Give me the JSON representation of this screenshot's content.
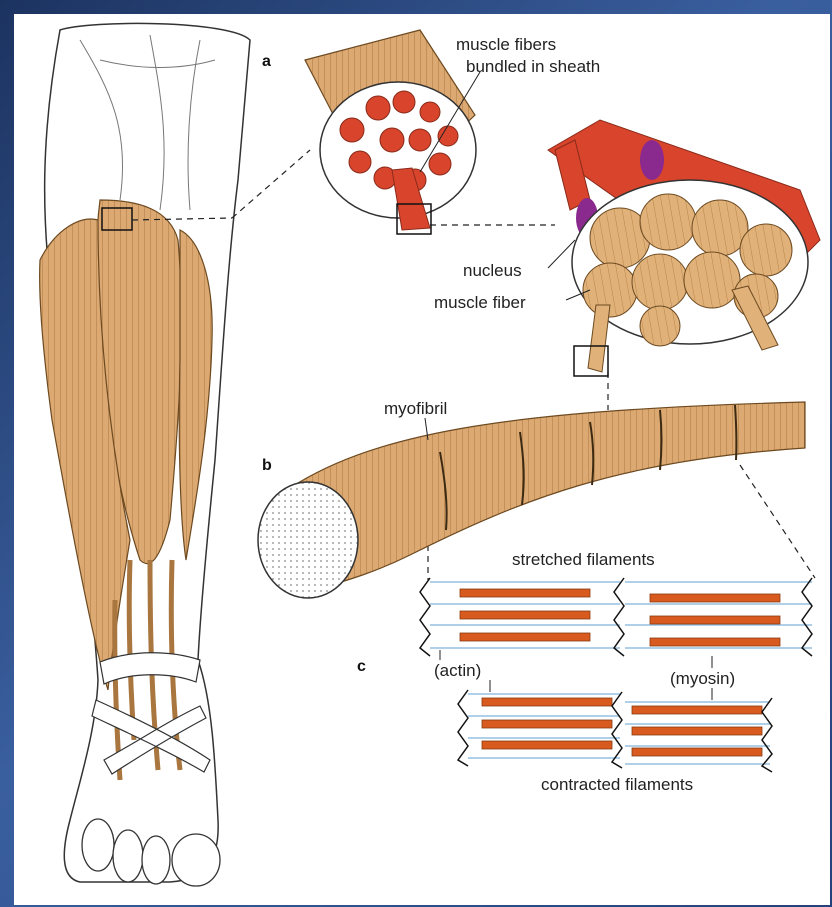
{
  "labels": {
    "panel_a": "a",
    "panel_b": "b",
    "panel_c": "c",
    "muscle_fibers_line1": "muscle fibers",
    "muscle_fibers_line2": "bundled in sheath",
    "nucleus": "nucleus",
    "muscle_fiber": "muscle fiber",
    "myofibril": "myofibril",
    "stretched": "stretched filaments",
    "actin": "(actin)",
    "myosin": "(myosin)",
    "contracted": "contracted filaments"
  },
  "colors": {
    "muscle": "#dba971",
    "muscle_dark": "#a8763e",
    "red_fiber": "#d8452c",
    "nucleus": "#8a2a8f",
    "filament": "#d85a1e",
    "actin_line": "#7fb3d9",
    "background_frame": "#2b4a86"
  }
}
